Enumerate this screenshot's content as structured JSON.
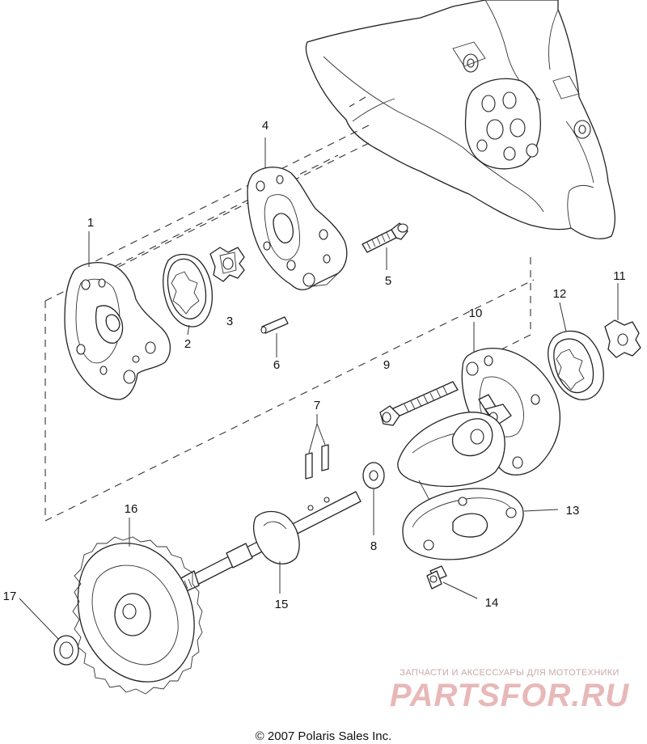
{
  "callouts": {
    "c1": "1",
    "c2": "2",
    "c3": "3",
    "c4": "4",
    "c5": "5",
    "c6": "6",
    "c7": "7",
    "c8": "8",
    "c9": "9",
    "c10": "10",
    "c11": "11",
    "c12": "12",
    "c13": "13",
    "c14": "14",
    "c15": "15",
    "c16": "16",
    "c17": "17"
  },
  "copyright": "© 2007 Polaris Sales Inc.",
  "watermark": {
    "caption": "ЗАПЧАСТИ И АКСЕССУАРЫ ДЛЯ МОТОТЕХНИКИ",
    "logo": "PARTSFOR.RU"
  },
  "colors": {
    "line": "#222222",
    "watermark": "#e8b8b8",
    "background": "#ffffff"
  }
}
